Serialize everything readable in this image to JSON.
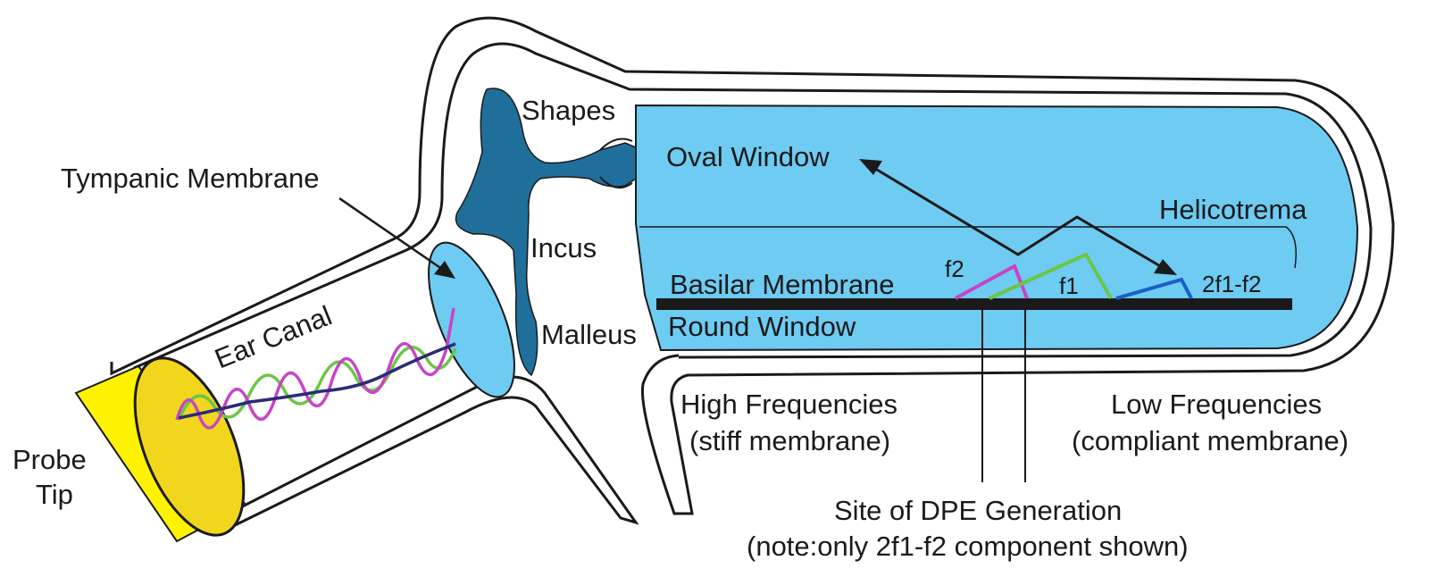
{
  "labels": {
    "shapes": "Shapes",
    "oval_window": "Oval Window",
    "tympanic_membrane": "Tympanic Membrane",
    "helicotrema": "Helicotrema",
    "incus": "Incus",
    "f2": "f2",
    "f1": "f1",
    "twof1_f2": "2f1-f2",
    "basilar_membrane": "Basilar Membrane",
    "ear_canal": "Ear Canal",
    "round_window": "Round Window",
    "malleus": "Malleus",
    "high_freq_line1": "High Frequencies",
    "high_freq_line2": "(stiff membrane)",
    "low_freq_line1": "Low Frequencies",
    "low_freq_line2": "(compliant membrane)",
    "probe_line1": "Probe",
    "probe_line2": "Tip",
    "dpe_site_line1": "Site of DPE Generation",
    "dpe_site_line2": "(note:only 2f1-f2 component shown)"
  },
  "colors": {
    "cochlea_fluid": "#6ecbf2",
    "ossicles": "#1f6f9a",
    "probe": "#fff200",
    "probe_face": "#f2d61d",
    "f2_wave": "#c744c6",
    "f1_wave": "#6cc644",
    "dpe_wave": "#1a5fc7",
    "combined_wave": "#2b2a7a",
    "outline": "#1a1a1a"
  }
}
